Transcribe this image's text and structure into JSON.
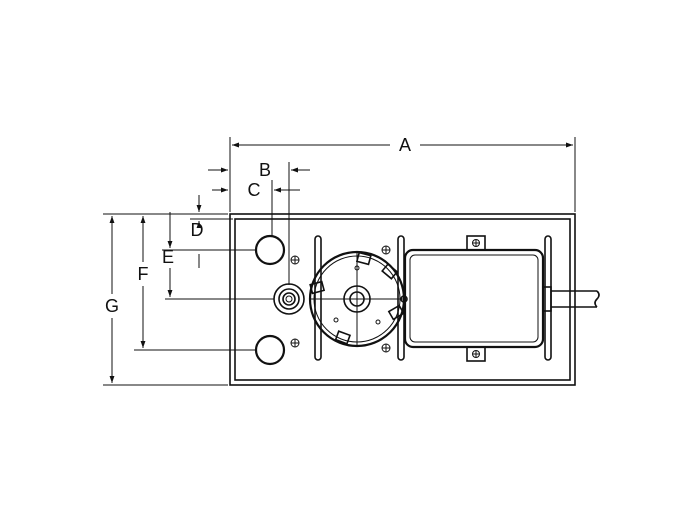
{
  "drawing": {
    "dimension_labels": {
      "a": "A",
      "b": "B",
      "c": "C",
      "d": "D",
      "e": "E",
      "f": "F",
      "g": "G"
    },
    "colors": {
      "line": "#111111",
      "background": "#ffffff",
      "shade": "#d9d9d9"
    }
  }
}
